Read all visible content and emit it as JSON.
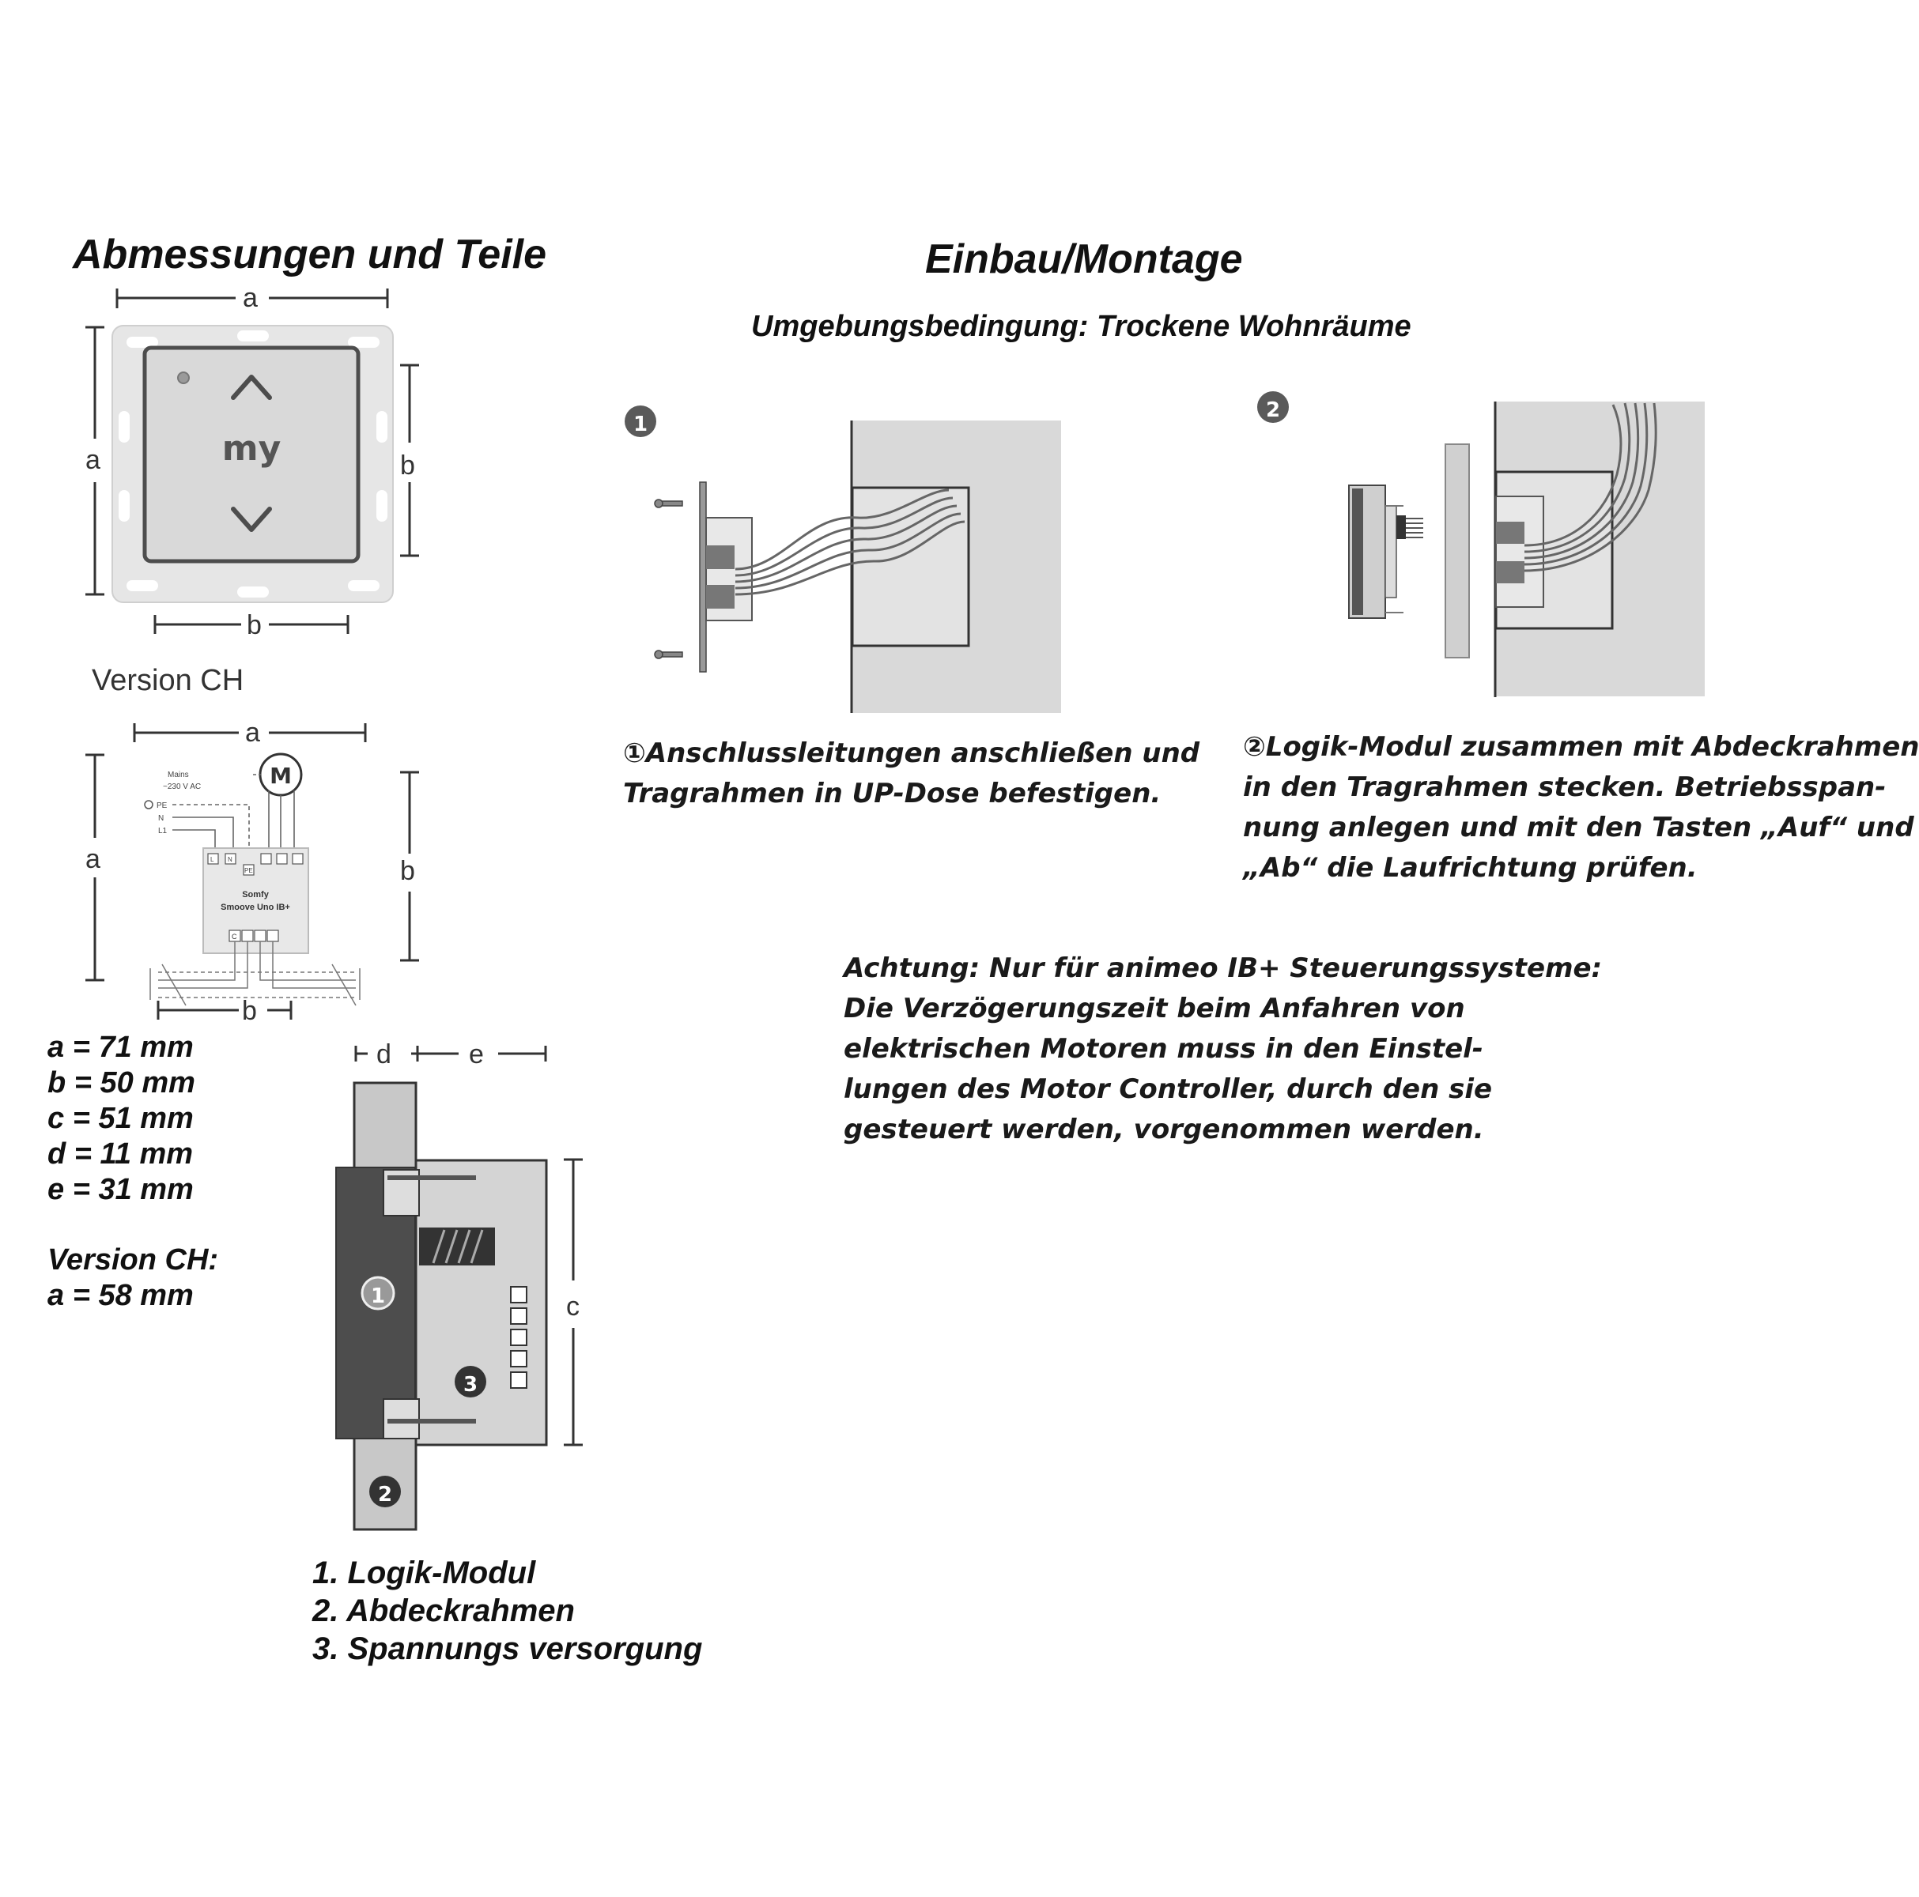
{
  "left": {
    "title": "Abmessungen und Teile",
    "version_label": "Version CH",
    "dims": {
      "a": "a",
      "b": "b",
      "c": "c",
      "d": "d",
      "e": "e"
    },
    "switch_labels": {
      "my": "my"
    },
    "wiring": {
      "mains": "Mains",
      "voltage": "~230 V AC",
      "pe": "PE",
      "n": "N",
      "l": "L1",
      "motor": "M",
      "brand": "Somfy",
      "model": "Smoove Uno IB+",
      "terminal_l": "L",
      "terminal_n": "N",
      "terminal_pe": "PE",
      "terminal_c": "C"
    },
    "specs": [
      "a = 71 mm",
      "b = 50 mm",
      "c = 51 mm",
      "d = 11 mm",
      "e = 31 mm"
    ],
    "version_ch_title": "Version CH:",
    "version_ch_value": "a = 58 mm",
    "badges": [
      "1",
      "2",
      "3"
    ],
    "parts": [
      "1. Logik-Modul",
      "2. Abdeckrahmen",
      "3. Spannungs versorgung"
    ]
  },
  "right": {
    "title": "Einbau/Montage",
    "subtitle": "Umgebungsbedingung: Trockene Wohnräume",
    "step1_badge": "1",
    "step2_badge": "2",
    "step1_text": [
      "①Anschlussleitungen anschließen und",
      "Tragrahmen in UP-Dose befestigen."
    ],
    "step2_text": [
      "②Logik-Modul zusammen mit Abdeckrahmen",
      "in den Tragrahmen stecken. Betriebsspan-",
      "nung anlegen und mit den Tasten „Auf“ und",
      "„Ab“ die Laufrichtung prüfen."
    ],
    "note": [
      "Achtung: Nur für animeo IB+ Steuerungssysteme:",
      "Die Verzögerungszeit beim Anfahren von",
      "elektrischen Motoren muss in den Einstel-",
      "lungen des Motor Controller, durch den sie",
      "gesteuert werden, vorgenommen werden."
    ]
  },
  "colors": {
    "panel": "#d9d9d9",
    "frame": "#e6e6e6",
    "dark": "#4d4d4d",
    "badge": "#5a5a5a"
  }
}
